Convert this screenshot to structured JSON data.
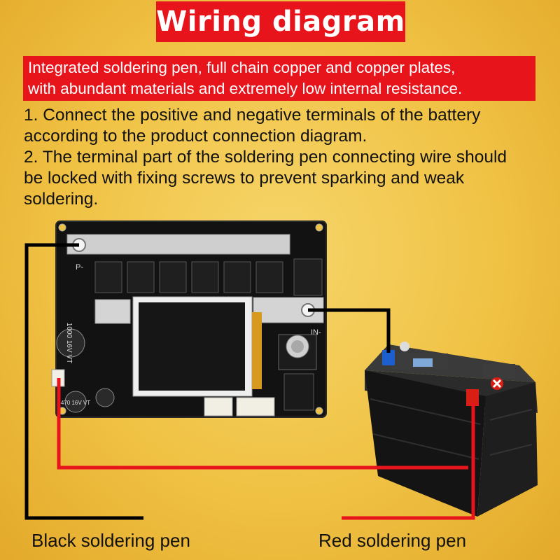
{
  "title": "Wiring diagram",
  "subtitle_lines": [
    "Integrated soldering pen, full chain copper and copper plates,",
    "with abundant materials and extremely low internal resistance."
  ],
  "instruction_lines": [
    "1. Connect the positive and negative terminals of the battery",
    "according to the product connection diagram.",
    "2. The terminal part of the soldering pen connecting wire should",
    "be locked with fixing screws to prevent sparking and weak",
    "soldering."
  ],
  "board_marks": {
    "p_minus": "P-",
    "in_minus": "IN-",
    "cap_large": "1000 16V VT",
    "cap_small": "470 16V VT"
  },
  "labels": {
    "black_pen": "Black soldering pen",
    "red_pen": "Red soldering pen"
  },
  "colors": {
    "accent_red": "#e8141c",
    "background": "#f0c244",
    "pcb": "#111111",
    "wire_black": "#000000",
    "wire_red": "#e8141c"
  }
}
